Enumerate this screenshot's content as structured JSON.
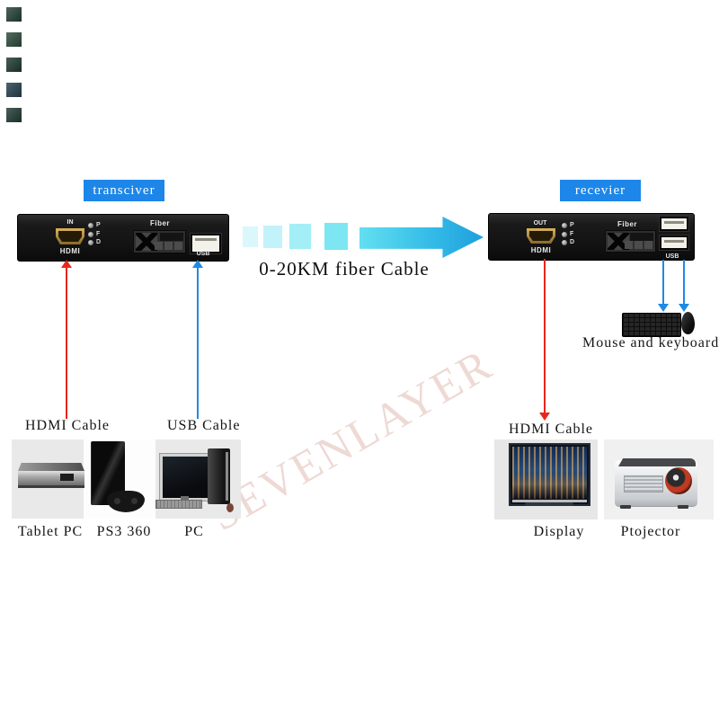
{
  "product_gallery": {
    "thumb_colors": [
      "#25413a",
      "#2f4c3f",
      "#203a34",
      "#254250",
      "#223c36"
    ]
  },
  "transceiver": {
    "label": "transciver",
    "hdmi_direction": "IN",
    "hdmi_label": "HDMI",
    "leds": [
      "P",
      "F",
      "D"
    ],
    "fiber_label": "Fiber",
    "usb_label": "USB"
  },
  "receiver": {
    "label": "recevier",
    "hdmi_direction": "OUT",
    "hdmi_label": "HDMI",
    "leds": [
      "P",
      "F",
      "D"
    ],
    "fiber_label": "Fiber",
    "usb_label": "USB"
  },
  "fiber_link": {
    "caption": "0-20KM fiber Cable"
  },
  "cables": {
    "transmitter_hdmi": "HDMI Cable",
    "transmitter_usb": "USB Cable",
    "receiver_hdmi": "HDMI Cable"
  },
  "peripherals_caption": "Mouse and keyboard",
  "source_devices": {
    "tablet": "Tablet PC",
    "console": "PS3 360",
    "pc": "PC"
  },
  "output_devices": {
    "display": "Display",
    "projector": "Ptojector"
  },
  "watermark": "SEVENLAYER",
  "colors": {
    "label_blue": "#1d86e8",
    "hdmi_arrow_red": "#e8271b",
    "usb_arrow_blue": "#1e8ae6",
    "fiber_arrow_cyan": "#7de6f3",
    "fiber_arrow_deep": "#1f9fdd"
  }
}
